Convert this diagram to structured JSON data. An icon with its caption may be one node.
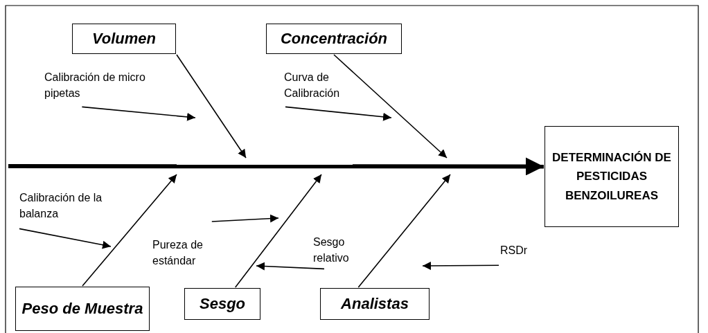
{
  "diagram": {
    "nodes": [
      {
        "text": [
          "Volumen"
        ]
      },
      {
        "text": [
          "Concentración"
        ]
      },
      {
        "text": [
          "DETERMINACIÓN DE PESTICIDAS BENZOILUREAS"
        ]
      },
      {
        "text": [
          "Peso de Muestra"
        ]
      },
      {
        "text": [
          "Sesgo"
        ]
      },
      {
        "text": [
          "Analistas"
        ]
      },
      {
        "text": [
          "Calibración de micro pipetas"
        ]
      },
      {
        "text": [
          "Curva de Calibración"
        ]
      },
      {
        "text": [
          "Calibración de la balanza"
        ]
      },
      {
        "text": [
          "Pureza de estándar"
        ]
      },
      {
        "text": [
          "Sesgo relativo"
        ]
      },
      {
        "text": [
          "RSDr"
        ]
      }
    ],
    "edges": [
      {
        "from": null,
        "to": 2,
        "arrow": "to",
        "style": "thick"
      },
      {
        "from": 0,
        "to": null,
        "arrow": "to"
      },
      {
        "from": 1,
        "to": null,
        "arrow": "to"
      },
      {
        "from": 3,
        "to": null,
        "arrow": "to"
      },
      {
        "from": 4,
        "to": null,
        "arrow": "to"
      },
      {
        "from": 5,
        "to": null,
        "arrow": "to"
      },
      {
        "from": 6,
        "to": null,
        "arrow": "to"
      },
      {
        "from": 7,
        "to": null,
        "arrow": "to"
      },
      {
        "from": 8,
        "to": null,
        "arrow": "to"
      },
      {
        "from": 9,
        "to": null,
        "arrow": "to"
      },
      {
        "from": 10,
        "to": null,
        "arrow": "to"
      },
      {
        "from": 11,
        "to": null,
        "arrow": "to"
      }
    ]
  }
}
